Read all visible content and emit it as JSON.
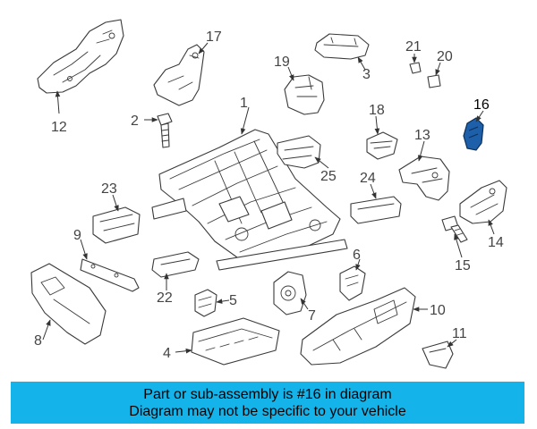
{
  "diagram": {
    "highlighted_part": "16",
    "highlight_color": "#1d5fa8",
    "callouts": [
      "1",
      "2",
      "3",
      "4",
      "5",
      "6",
      "7",
      "8",
      "9",
      "10",
      "11",
      "12",
      "13",
      "14",
      "15",
      "16",
      "17",
      "18",
      "19",
      "20",
      "21",
      "22",
      "23",
      "24",
      "25"
    ]
  },
  "banner": {
    "background": "#14b4ea",
    "line1": "Part or sub-assembly is #16 in diagram",
    "line2": "Diagram may not be specific to your vehicle"
  }
}
